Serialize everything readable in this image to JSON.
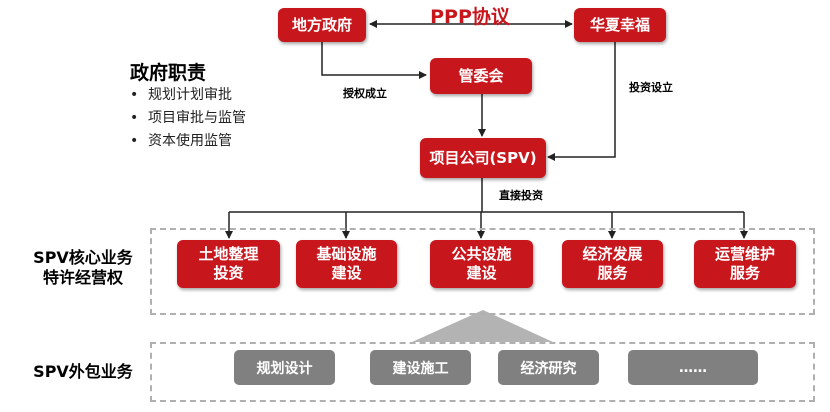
{
  "ppp_label": "PPP协议",
  "nodes": {
    "local_gov": "地方政府",
    "huaxia": "华夏幸福",
    "committee": "管委会",
    "spv": "项目公司(SPV)"
  },
  "edge_labels": {
    "authorize": "授权成立",
    "invest": "投资设立",
    "direct_invest": "直接投资"
  },
  "duties": {
    "title": "政府职责",
    "items": [
      "规划计划审批",
      "项目审批与监管",
      "资本使用监管"
    ]
  },
  "core": {
    "label_line1": "SPV核心业务",
    "label_line2": "特许经营权",
    "boxes": [
      {
        "line1": "土地整理",
        "line2": "投资"
      },
      {
        "line1": "基础设施",
        "line2": "建设"
      },
      {
        "line1": "公共设施",
        "line2": "建设"
      },
      {
        "line1": "经济发展",
        "line2": "服务"
      },
      {
        "line1": "运营维护",
        "line2": "服务"
      }
    ]
  },
  "outsource": {
    "label": "SPV外包业务",
    "boxes": [
      "规划设计",
      "建设施工",
      "经济研究",
      "……"
    ]
  }
}
